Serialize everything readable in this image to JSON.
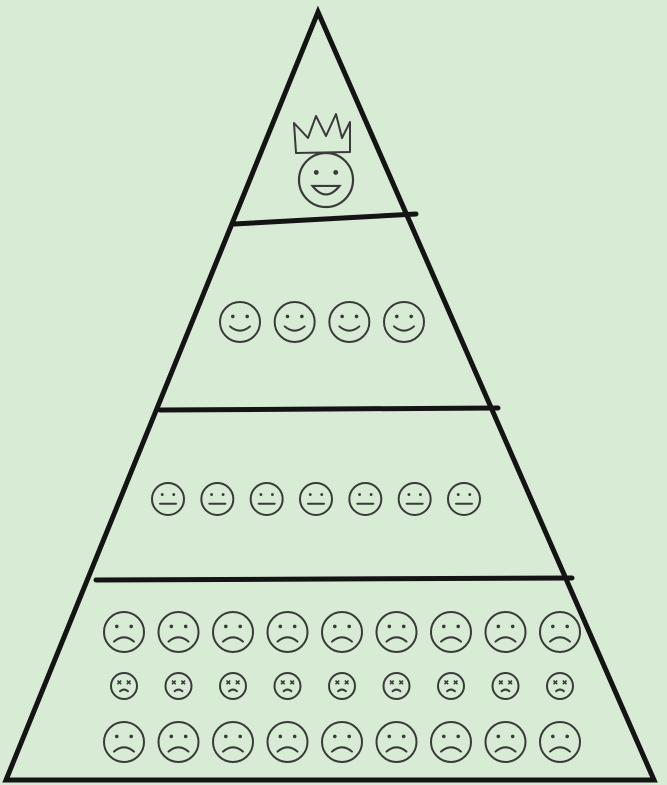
{
  "colors": {
    "paper": "#d8ecd5",
    "ink": "#141414",
    "pencil": "#3a3a3a"
  },
  "pyramid": {
    "tiers": [
      {
        "level": "top",
        "faces": 1,
        "expression": "grin",
        "crown": true
      },
      {
        "level": "upper",
        "faces": 4,
        "expression": "smile"
      },
      {
        "level": "middle",
        "faces": 7,
        "expression": "neutral"
      },
      {
        "level": "bottom",
        "rows": [
          {
            "faces": 9,
            "expression": "frown"
          },
          {
            "faces": 9,
            "expression": "dizzy"
          },
          {
            "faces": 9,
            "expression": "frown"
          }
        ]
      }
    ],
    "icons": [
      "crown-icon",
      "grin-face-icon",
      "smile-face-icon",
      "neutral-face-icon",
      "frown-face-icon",
      "dizzy-face-icon"
    ]
  }
}
